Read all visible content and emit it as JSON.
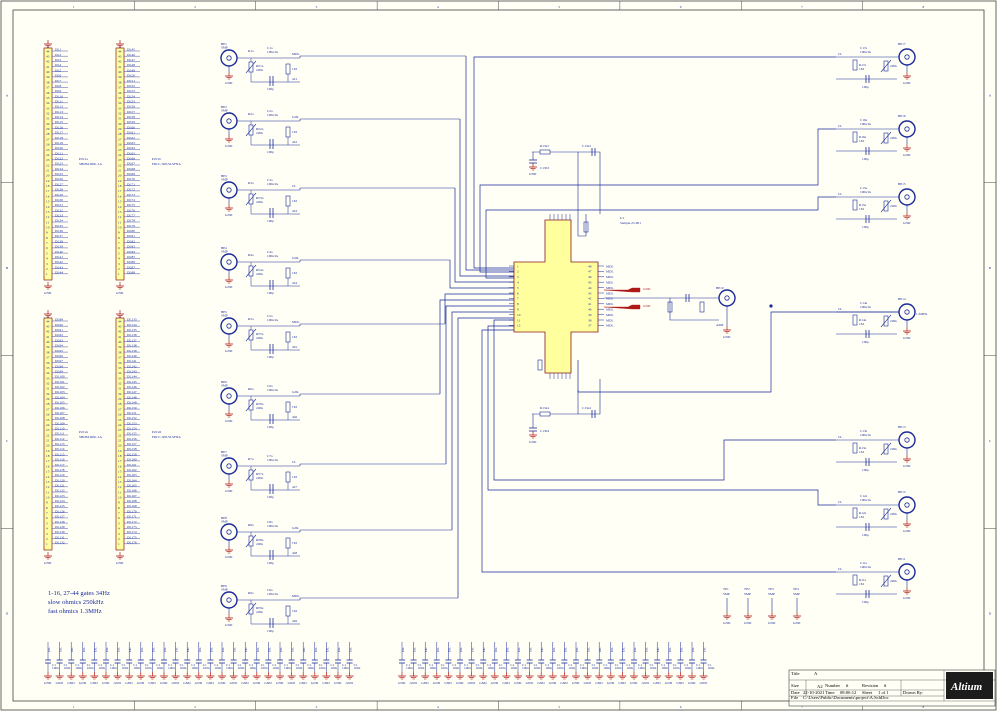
{
  "border": {
    "columns": [
      "1",
      "2",
      "3",
      "4",
      "5",
      "6",
      "7",
      "8"
    ],
    "rows": [
      "A",
      "B",
      "C",
      "D"
    ]
  },
  "headers": [
    {
      "ref": "P2C1a",
      "part": "SHDM-9091-1A"
    },
    {
      "ref": "P2C1b",
      "part": "FRCC-308-SI-SFNA"
    },
    {
      "ref": "P2C2a",
      "part": "SHDM-9091-1A"
    },
    {
      "ref": "P2C2d",
      "part": "FRCC-308-SI-SFNA"
    }
  ],
  "gnd_label": "GND",
  "notes": [
    "1-16, 27-44 gates 34Hz",
    "slow ohmics 250kHz",
    "fast ohmics 1.3MHz"
  ],
  "left_channels": [
    {
      "conn": "BP1",
      "cap": "C1a",
      "res": "R1a",
      "rt": "RT1a",
      "net": "MDL"
    },
    {
      "conn": "BP2",
      "cap": "C2a",
      "res": "R2a",
      "rt": "RT2a",
      "net": "GDL"
    },
    {
      "conn": "BP3",
      "cap": "C3a",
      "res": "R3a",
      "rt": "RT3a",
      "net": "CL"
    },
    {
      "conn": "BP4",
      "cap": "C4a",
      "res": "R4a",
      "rt": "RT4a",
      "net": "GDL"
    },
    {
      "conn": "BP5",
      "cap": "C5a",
      "res": "R5a",
      "rt": "RT5a",
      "net": "MDL"
    },
    {
      "conn": "BP6",
      "cap": "C6a",
      "res": "R6a",
      "rt": "RT6a",
      "net": "GDL"
    },
    {
      "conn": "BP7",
      "cap": "C7a",
      "res": "R7a",
      "rt": "RT7a",
      "net": "CL"
    },
    {
      "conn": "BP8",
      "cap": "C8a",
      "res": "R8a",
      "rt": "RT8a",
      "net": "GDL"
    },
    {
      "conn": "BP9",
      "cap": "C9a",
      "res": "R9a",
      "rt": "RT9a",
      "net": "MDL"
    }
  ],
  "right_channels": [
    {
      "conn": "BP17",
      "cap": "C17a",
      "res": "R17a"
    },
    {
      "conn": "BP16",
      "cap": "C16a",
      "res": "R16a"
    },
    {
      "conn": "BP15",
      "cap": "C15a",
      "res": "R15a"
    },
    {
      "conn": "BP14",
      "cap": "C14a",
      "res": "R14a",
      "value": "1.3MHz"
    },
    {
      "conn": "BP13",
      "cap": "C13a",
      "res": "R13a"
    },
    {
      "conn": "BP12",
      "cap": "C12a",
      "res": "R12a"
    },
    {
      "conn": "BP11",
      "cap": "C11a",
      "res": "R11a"
    }
  ],
  "component_values": {
    "cap": "100n/1k",
    "res": "1M",
    "rt": "220k",
    "c_small": "100p",
    "conn_type": "SMP"
  },
  "ic": {
    "ref": "U1",
    "part": "Sample-25-001"
  },
  "center_parts": {
    "top_res": "R13a3",
    "top_cap": "C13a3",
    "top_gnd": "C13b3",
    "bot_res": "R13a4",
    "bot_cap": "C13a4",
    "bot_gnd": "C13b4",
    "mid_conn": "BP10",
    "mid_net": "AMP",
    "gnd_flag": "GND"
  },
  "test_points": [
    "TP1",
    "TP2",
    "TP3",
    "TP4"
  ],
  "decoupling_caps": {
    "label": "C1",
    "value": "100n"
  },
  "title_block": {
    "title_label": "Title",
    "title_value": "A",
    "size_label": "Size",
    "size_value": "A2",
    "number_label": "Number",
    "number_value": "#",
    "revision_label": "Revision",
    "revision_value": "#",
    "date_label": "Date",
    "date_value": "22-10-2021",
    "time_label": "Time",
    "time_value": "08:06:12",
    "sheet_label": "Sheet",
    "sheet_value": "1 of 1",
    "file_label": "File",
    "file_value": "C:\\Users\\Public\\Documents\\project\\A.SchDoc",
    "drawn_label": "Drawn By:",
    "logo": "Altium"
  }
}
